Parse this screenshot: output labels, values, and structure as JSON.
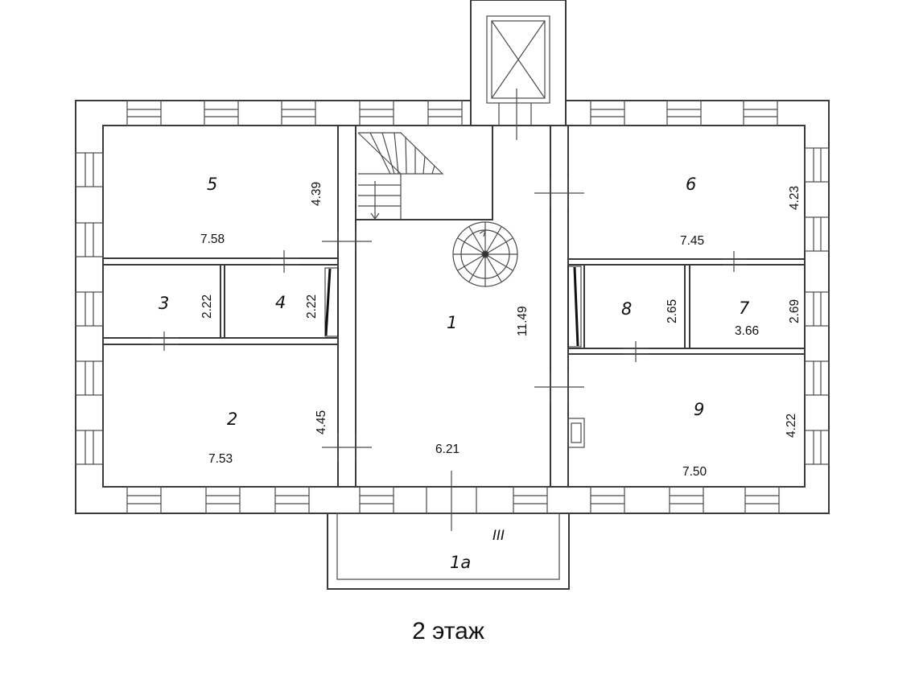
{
  "floor_label": "2 этаж",
  "axis_mark": "III",
  "rooms": [
    {
      "id": "1",
      "dims": [
        "11.49",
        "6.21"
      ]
    },
    {
      "id": "1a",
      "label": "1а",
      "dims": []
    },
    {
      "id": "2",
      "dims": [
        "4.45",
        "7.53"
      ]
    },
    {
      "id": "3",
      "dims": [
        "2.22"
      ]
    },
    {
      "id": "4",
      "dims": [
        "2.22"
      ]
    },
    {
      "id": "5",
      "dims": [
        "4.39",
        "7.58"
      ]
    },
    {
      "id": "6",
      "dims": [
        "4.23",
        "7.45"
      ]
    },
    {
      "id": "7",
      "dims": [
        "2.69",
        "3.66"
      ]
    },
    {
      "id": "8",
      "dims": [
        "2.65"
      ]
    },
    {
      "id": "9",
      "dims": [
        "4.22",
        "7.50"
      ]
    }
  ]
}
